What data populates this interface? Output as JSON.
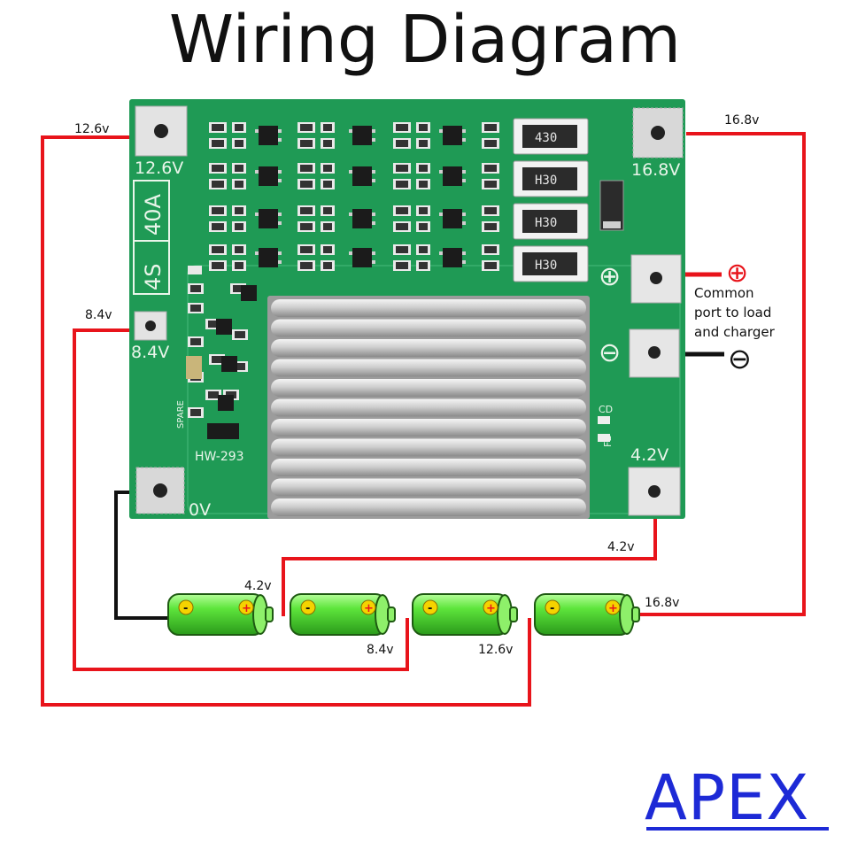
{
  "title": "Wiring Diagram",
  "board": {
    "model": "HW-293",
    "rating_series": "4S",
    "rating_current": "40A",
    "spare_label": "SPARE",
    "cd_label": "CD",
    "fd_label": "FD",
    "pads": {
      "p12_6": "12.6V",
      "p8_4": "8.4V",
      "p0": "0V",
      "p16_8": "16.8V",
      "p4_2": "4.2V"
    },
    "resistor_code": "430",
    "resistor_code_rot": "H30",
    "polarity_plus": "⊕",
    "polarity_minus": "⊖"
  },
  "wire_labels": {
    "w12_6": "12.6v",
    "w8_4": "8.4v",
    "w16_8": "16.8v",
    "w4_2_top": "4.2v",
    "w4_2_bat": "4.2v",
    "w8_4_bat": "8.4v",
    "w12_6_bat": "12.6v",
    "w16_8_bat": "16.8v"
  },
  "common_port": {
    "line1": "Common",
    "line2": "port to load",
    "line3": "and charger",
    "plus": "⊕",
    "minus": "⊖"
  },
  "battery_marks": {
    "neg": "-",
    "pos": "+"
  },
  "colors": {
    "wire_red": "#e8141b",
    "wire_black": "#111111",
    "pcb": "#1f9a55",
    "battery": "#5ee53c",
    "brand": "#1d2ad6"
  },
  "brand": "APEX"
}
